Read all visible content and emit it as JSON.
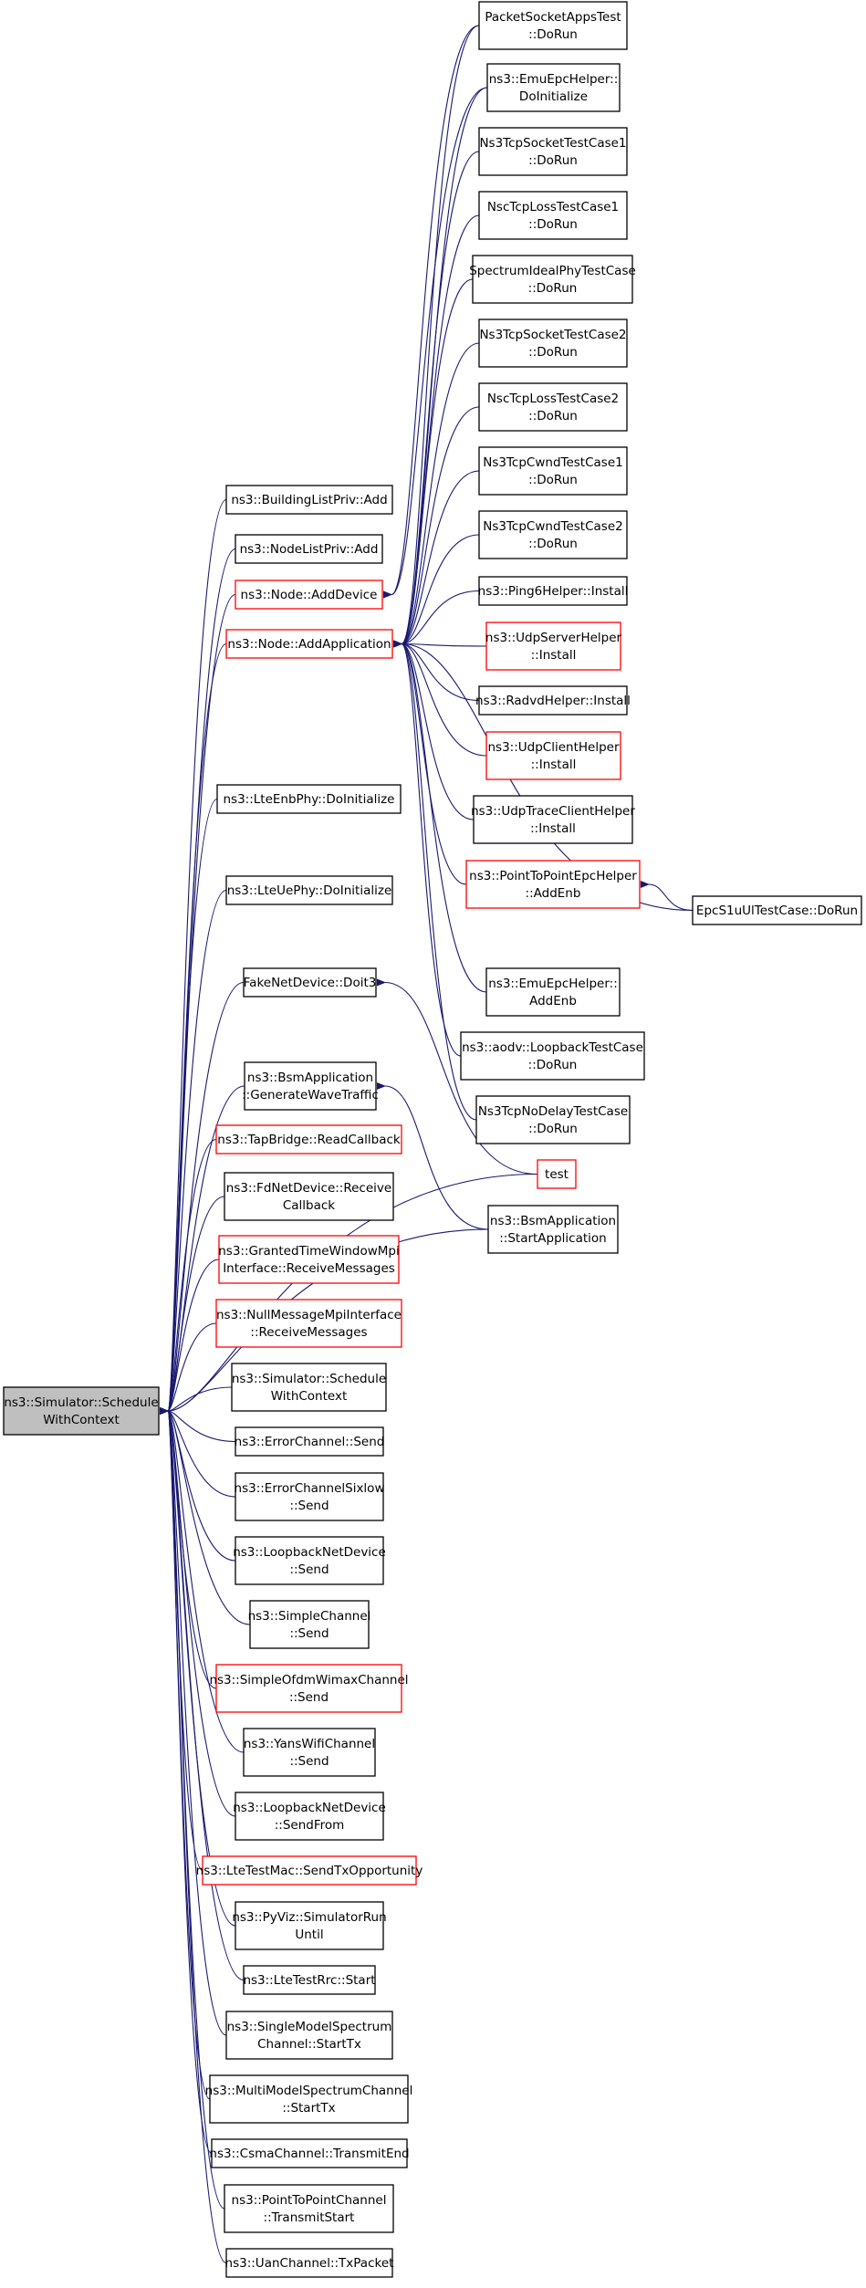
{
  "colors": {
    "edge": "#191970",
    "node_border": "#000000",
    "node_border_incomplete": "#ff0000",
    "node_fill": "#ffffff",
    "root_fill": "#bfbfbf"
  },
  "nodes": [
    {
      "id": "root",
      "lines": [
        "ns3::Simulator::Schedule",
        "WithContext"
      ],
      "style": "root"
    },
    {
      "id": "packetsocketappstest",
      "lines": [
        "PacketSocketAppsTest",
        "::DoRun"
      ],
      "style": "normal"
    },
    {
      "id": "emuepchelper-doinit",
      "lines": [
        "ns3::EmuEpcHelper::",
        "DoInitialize"
      ],
      "style": "normal"
    },
    {
      "id": "ns3tcpsocket1",
      "lines": [
        "Ns3TcpSocketTestCase1",
        "::DoRun"
      ],
      "style": "normal"
    },
    {
      "id": "nsctcploss1",
      "lines": [
        "NscTcpLossTestCase1",
        "::DoRun"
      ],
      "style": "normal"
    },
    {
      "id": "spectrumidealphy",
      "lines": [
        "SpectrumIdealPhyTestCase",
        "::DoRun"
      ],
      "style": "normal"
    },
    {
      "id": "ns3tcpsocket2",
      "lines": [
        "Ns3TcpSocketTestCase2",
        "::DoRun"
      ],
      "style": "normal"
    },
    {
      "id": "nsctcploss2",
      "lines": [
        "NscTcpLossTestCase2",
        "::DoRun"
      ],
      "style": "normal"
    },
    {
      "id": "ns3tcpcwnd1",
      "lines": [
        "Ns3TcpCwndTestCase1",
        "::DoRun"
      ],
      "style": "normal"
    },
    {
      "id": "ns3tcpcwnd2",
      "lines": [
        "Ns3TcpCwndTestCase2",
        "::DoRun"
      ],
      "style": "normal"
    },
    {
      "id": "ping6helper",
      "lines": [
        "ns3::Ping6Helper::Install"
      ],
      "style": "normal"
    },
    {
      "id": "udpserverhelper",
      "lines": [
        "ns3::UdpServerHelper",
        "::Install"
      ],
      "style": "incomplete"
    },
    {
      "id": "radvdhelper",
      "lines": [
        "ns3::RadvdHelper::Install"
      ],
      "style": "normal"
    },
    {
      "id": "udpclienthelper",
      "lines": [
        "ns3::UdpClientHelper",
        "::Install"
      ],
      "style": "incomplete"
    },
    {
      "id": "udptraceclienthelper",
      "lines": [
        "ns3::UdpTraceClientHelper",
        "::Install"
      ],
      "style": "normal"
    },
    {
      "id": "p2pepchelper",
      "lines": [
        "ns3::PointToPointEpcHelper",
        "::AddEnb"
      ],
      "style": "incomplete"
    },
    {
      "id": "epcs1u",
      "lines": [
        "EpcS1uUlTestCase::DoRun"
      ],
      "style": "normal"
    },
    {
      "id": "emuepchelper-addenb",
      "lines": [
        "ns3::EmuEpcHelper::",
        "AddEnb"
      ],
      "style": "normal"
    },
    {
      "id": "aodvloopback",
      "lines": [
        "ns3::aodv::LoopbackTestCase",
        "::DoRun"
      ],
      "style": "normal"
    },
    {
      "id": "ns3tcpnodelay",
      "lines": [
        "Ns3TcpNoDelayTestCase",
        "::DoRun"
      ],
      "style": "normal"
    },
    {
      "id": "test",
      "lines": [
        "test"
      ],
      "style": "incomplete"
    },
    {
      "id": "bsmstartapp",
      "lines": [
        "ns3::BsmApplication",
        "::StartApplication"
      ],
      "style": "normal"
    },
    {
      "id": "buildinglistpriv",
      "lines": [
        "ns3::BuildingListPriv::Add"
      ],
      "style": "normal"
    },
    {
      "id": "nodelistpriv",
      "lines": [
        "ns3::NodeListPriv::Add"
      ],
      "style": "normal"
    },
    {
      "id": "node-adddevice",
      "lines": [
        "ns3::Node::AddDevice"
      ],
      "style": "incomplete"
    },
    {
      "id": "node-addapplication",
      "lines": [
        "ns3::Node::AddApplication"
      ],
      "style": "incomplete"
    },
    {
      "id": "lteenbphy",
      "lines": [
        "ns3::LteEnbPhy::DoInitialize"
      ],
      "style": "normal"
    },
    {
      "id": "lteuephy",
      "lines": [
        "ns3::LteUePhy::DoInitialize"
      ],
      "style": "normal"
    },
    {
      "id": "fakenetdevice",
      "lines": [
        "FakeNetDevice::Doit3"
      ],
      "style": "normal"
    },
    {
      "id": "bsmgenerate",
      "lines": [
        "ns3::BsmApplication",
        "::GenerateWaveTraffic"
      ],
      "style": "normal"
    },
    {
      "id": "tapbridge",
      "lines": [
        "ns3::TapBridge::ReadCallback"
      ],
      "style": "incomplete"
    },
    {
      "id": "fdnetdevice",
      "lines": [
        "ns3::FdNetDevice::Receive",
        "Callback"
      ],
      "style": "normal"
    },
    {
      "id": "grantedtime",
      "lines": [
        "ns3::GrantedTimeWindowMpi",
        "Interface::ReceiveMessages"
      ],
      "style": "incomplete"
    },
    {
      "id": "nullmessage",
      "lines": [
        "ns3::NullMessageMpiInterface",
        "::ReceiveMessages"
      ],
      "style": "incomplete"
    },
    {
      "id": "simulator-schedule",
      "lines": [
        "ns3::Simulator::Schedule",
        "WithContext"
      ],
      "style": "normal"
    },
    {
      "id": "errorchannel",
      "lines": [
        "ns3::ErrorChannel::Send"
      ],
      "style": "normal"
    },
    {
      "id": "errorchannelsixlow",
      "lines": [
        "ns3::ErrorChannelSixlow",
        "::Send"
      ],
      "style": "normal"
    },
    {
      "id": "loopback-send",
      "lines": [
        "ns3::LoopbackNetDevice",
        "::Send"
      ],
      "style": "normal"
    },
    {
      "id": "simplechannel",
      "lines": [
        "ns3::SimpleChannel",
        "::Send"
      ],
      "style": "normal"
    },
    {
      "id": "simpleofdm",
      "lines": [
        "ns3::SimpleOfdmWimaxChannel",
        "::Send"
      ],
      "style": "incomplete"
    },
    {
      "id": "yanswifi",
      "lines": [
        "ns3::YansWifiChannel",
        "::Send"
      ],
      "style": "normal"
    },
    {
      "id": "loopback-sendfrom",
      "lines": [
        "ns3::LoopbackNetDevice",
        "::SendFrom"
      ],
      "style": "normal"
    },
    {
      "id": "ltetestmac",
      "lines": [
        "ns3::LteTestMac::SendTxOpportunity"
      ],
      "style": "incomplete"
    },
    {
      "id": "pyviz",
      "lines": [
        "ns3::PyViz::SimulatorRun",
        "Until"
      ],
      "style": "normal"
    },
    {
      "id": "ltetestrrc",
      "lines": [
        "ns3::LteTestRrc::Start"
      ],
      "style": "normal"
    },
    {
      "id": "singlemodel",
      "lines": [
        "ns3::SingleModelSpectrum",
        "Channel::StartTx"
      ],
      "style": "normal"
    },
    {
      "id": "multimodel",
      "lines": [
        "ns3::MultiModelSpectrumChannel",
        "::StartTx"
      ],
      "style": "normal"
    },
    {
      "id": "csmachannel",
      "lines": [
        "ns3::CsmaChannel::TransmitEnd"
      ],
      "style": "normal"
    },
    {
      "id": "p2pchannel",
      "lines": [
        "ns3::PointToPointChannel",
        "::TransmitStart"
      ],
      "style": "normal"
    },
    {
      "id": "uanchannel",
      "lines": [
        "ns3::UanChannel::TxPacket"
      ],
      "style": "normal"
    }
  ]
}
